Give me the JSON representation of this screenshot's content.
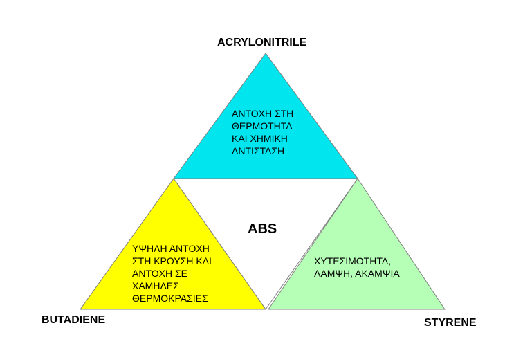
{
  "colors": {
    "top": "#00e5ee",
    "left": "#ffff00",
    "right": "#b6ffb6",
    "center": "#ffffff",
    "stroke": "#808080"
  },
  "vertices": {
    "top": "ACRYLONITRILE",
    "left": "BUTADIENE",
    "right": "STYRENE"
  },
  "center": "ABS",
  "properties": {
    "top": [
      "ΑΝΤΟΧΗ ΣΤΗ",
      "ΘΕΡΜΟΤΗΤΑ",
      "ΚΑΙ ΧΗΜΙΚΗ",
      "ΑΝΤΙΣΤΑΣΗ"
    ],
    "left": [
      "ΥΨΗΛΗ ΑΝΤΟΧΗ",
      "ΣΤΗ ΚΡΟΥΣΗ ΚΑΙ",
      "ΑΝΤΟΧΗ ΣΕ",
      "ΧΑΜΗΛΕΣ",
      "ΘΕΡΜΟΚΡΑΣΙΕΣ"
    ],
    "right": [
      "ΧΥΤΕΣΙΜΟΤΗΤΑ,",
      "ΛΑΜΨΗ, ΑΚΑΜΨΙΑ"
    ]
  }
}
